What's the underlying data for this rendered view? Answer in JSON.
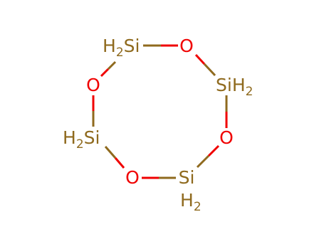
{
  "molecule": {
    "colors": {
      "silicon": "#8f6a1e",
      "oxygen": "#f00000",
      "background": "#ffffff"
    },
    "atoms": [
      {
        "id": "si1",
        "element": "Si",
        "label_main": "Si",
        "label_pre": "H",
        "label_sub": "2"
      },
      {
        "id": "o1",
        "element": "O",
        "label_main": "O"
      },
      {
        "id": "si2",
        "element": "Si",
        "label_main": "Si",
        "label_post": "H",
        "label_sub": "2"
      },
      {
        "id": "o2",
        "element": "O",
        "label_main": "O"
      },
      {
        "id": "si3",
        "element": "Si",
        "label_main": "Si",
        "label_below": "H",
        "label_sub": "2"
      },
      {
        "id": "o3",
        "element": "O",
        "label_main": "O"
      },
      {
        "id": "si4",
        "element": "Si",
        "label_main": "Si",
        "label_pre": "H",
        "label_sub": "2"
      },
      {
        "id": "o4",
        "element": "O",
        "label_main": "O"
      }
    ]
  }
}
